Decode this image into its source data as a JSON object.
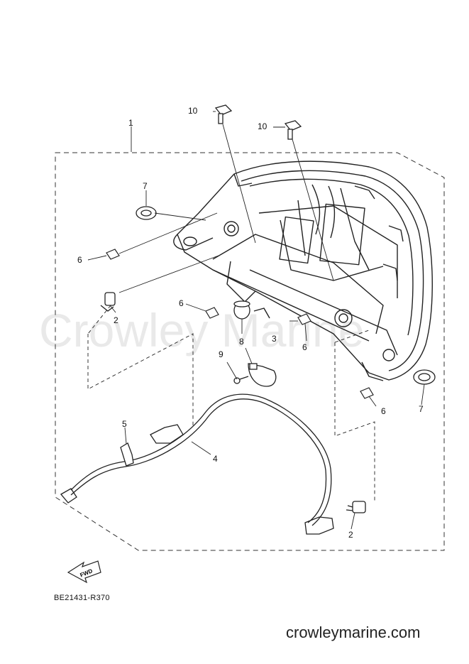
{
  "watermark": "Crowley Marine",
  "fwd_label": "FWD",
  "footer_code": "BE21431-R370",
  "site": "crowleymarine.com",
  "callouts": {
    "c1": "1",
    "c2a": "2",
    "c2b": "2",
    "c3": "3",
    "c4": "4",
    "c5": "5",
    "c6a": "6",
    "c6b": "6",
    "c6c": "6",
    "c6d": "6",
    "c7a": "7",
    "c7b": "7",
    "c8": "8",
    "c9": "9",
    "c10a": "10",
    "c10b": "10"
  }
}
